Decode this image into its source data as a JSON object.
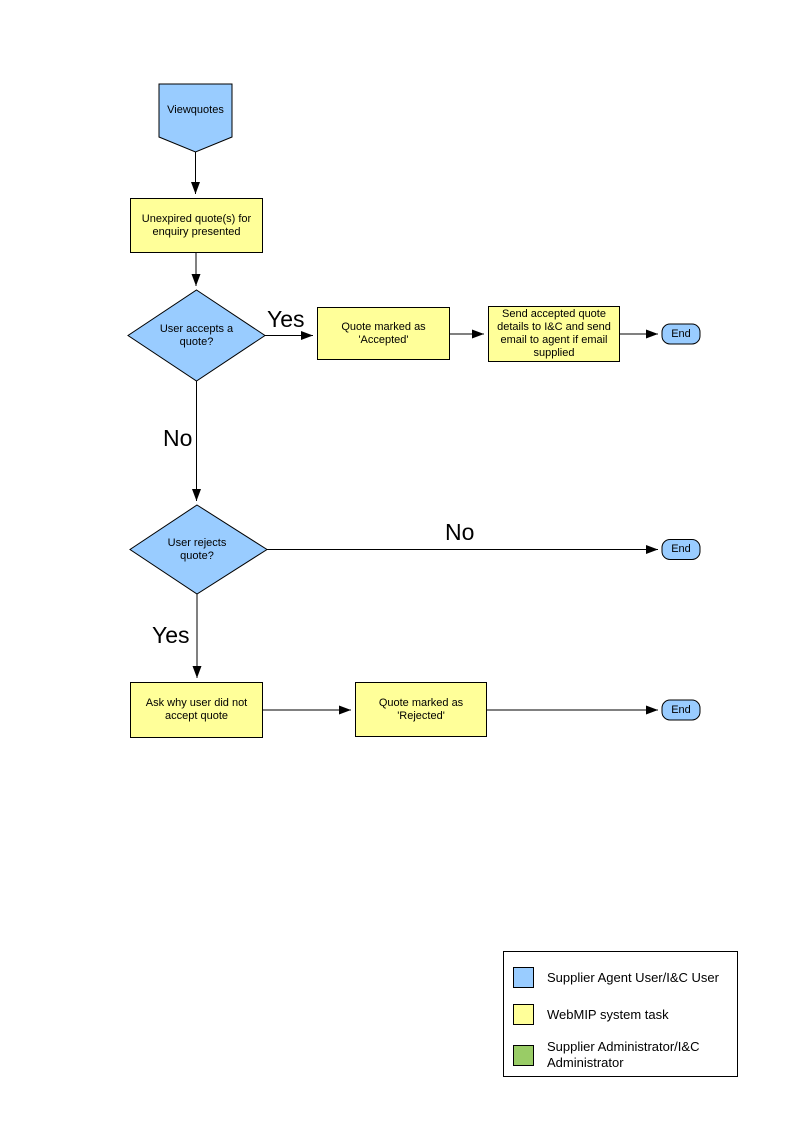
{
  "flowchart": {
    "nodes": {
      "start": {
        "label": "Viewquotes",
        "type": "start",
        "color": "#99CCFF"
      },
      "present_quotes": {
        "label": "Unexpired quote(s) for enquiry presented",
        "type": "task",
        "color": "#FFFF99"
      },
      "accepts_decision": {
        "label": "User accepts a quote?",
        "type": "decision",
        "color": "#99CCFF"
      },
      "mark_accepted": {
        "label": "Quote marked as 'Accepted'",
        "type": "task",
        "color": "#FFFF99"
      },
      "send_details": {
        "label": "Send accepted quote details to I&C and send email to agent if email supplied",
        "type": "task",
        "color": "#FFFF99"
      },
      "end_accept": {
        "label": "End",
        "type": "end",
        "color": "#99CCFF"
      },
      "rejects_decision": {
        "label": "User rejects quote?",
        "type": "decision",
        "color": "#99CCFF"
      },
      "end_no_reject": {
        "label": "End",
        "type": "end",
        "color": "#99CCFF"
      },
      "ask_reason": {
        "label": "Ask why user did not accept quote",
        "type": "task",
        "color": "#FFFF99"
      },
      "mark_rejected": {
        "label": "Quote marked as 'Rejected'",
        "type": "task",
        "color": "#FFFF99"
      },
      "end_reject": {
        "label": "End",
        "type": "end",
        "color": "#99CCFF"
      }
    },
    "edge_labels": {
      "accept_yes": "Yes",
      "accept_no": "No",
      "reject_no": "No",
      "reject_yes": "Yes"
    }
  },
  "legend": {
    "items": [
      {
        "color": "#99CCFF",
        "label": "Supplier Agent User/I&C User"
      },
      {
        "color": "#FFFF99",
        "label": "WebMIP system task"
      },
      {
        "color": "#99CC66",
        "label": "Supplier Administrator/I&C Administrator"
      }
    ]
  }
}
